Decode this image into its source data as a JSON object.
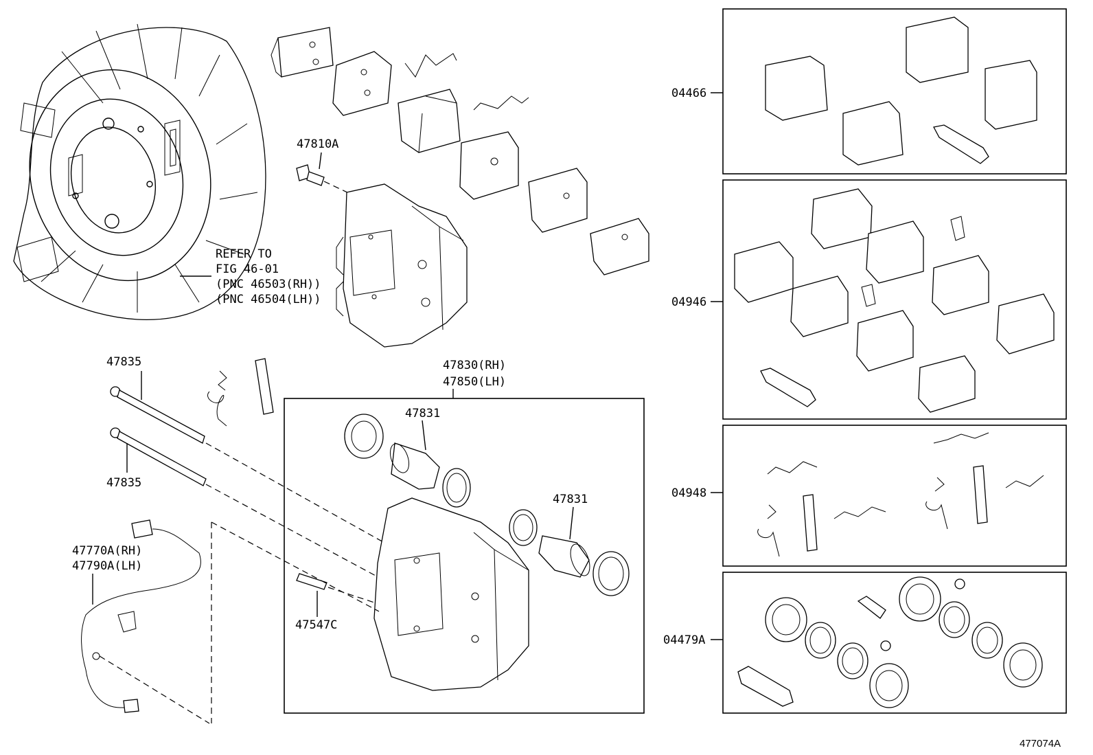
{
  "labels": {
    "bolt_47810a": "47810A",
    "refer_1": "REFER TO",
    "refer_2": "FIG 46-01",
    "refer_3": "(PNC 46503(RH))",
    "refer_4": "(PNC 46504(LH))",
    "pin_top": "47835",
    "pin_bottom": "47835",
    "caliper_rh": "47830(RH)",
    "caliper_lh": "47850(LH)",
    "piston_upper": "47831",
    "piston_lower": "47831",
    "sensor_rh": "47770A(RH)",
    "sensor_lh": "47790A(LH)",
    "bleeder": "47547C",
    "kit_04466": "04466",
    "kit_04946": "04946",
    "kit_04948": "04948",
    "kit_04479a": "04479A",
    "figure_id": "477074A"
  }
}
